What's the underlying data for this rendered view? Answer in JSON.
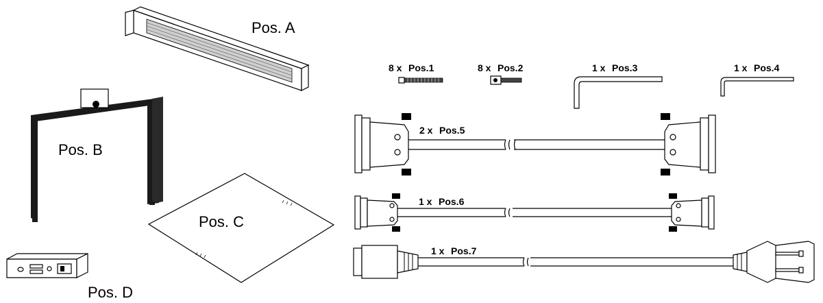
{
  "labels": {
    "pos_a": "Pos. A",
    "pos_b": "Pos. B",
    "pos_c": "Pos. C",
    "pos_d": "Pos. D"
  },
  "parts": [
    {
      "qty": "8 x",
      "name": "Pos.1"
    },
    {
      "qty": "8 x",
      "name": "Pos.2"
    },
    {
      "qty": "1 x",
      "name": "Pos.3"
    },
    {
      "qty": "1 x",
      "name": "Pos.4"
    },
    {
      "qty": "2 x",
      "name": "Pos.5"
    },
    {
      "qty": "1 x",
      "name": "Pos.6"
    },
    {
      "qty": "1 x",
      "name": "Pos.7"
    }
  ],
  "colors": {
    "line": "#000000",
    "frame_fill": "#1a1a1a",
    "background": "#ffffff"
  }
}
